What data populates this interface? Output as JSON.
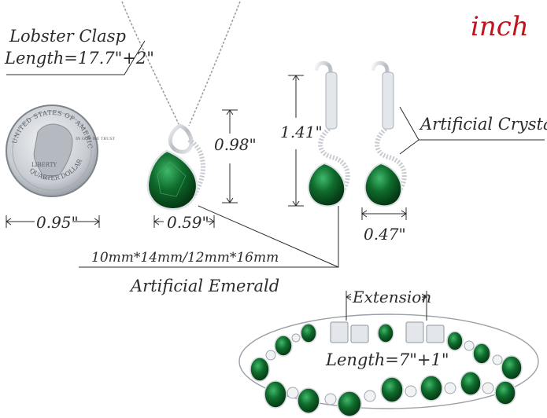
{
  "unit_label": "inch",
  "clasp": {
    "line1": "Lobster Clasp",
    "line2": "Length=17.7\"+2\""
  },
  "coin": {
    "width": "0.95\"",
    "text_top": "UNITED STATES OF AMERICA",
    "text_bottom": "QUARTER DOLLAR",
    "text_liberty": "LIBERTY",
    "text_motto": "IN GOD WE TRUST"
  },
  "pendant": {
    "height": "0.98\"",
    "width": "0.59\""
  },
  "earring": {
    "height": "1.41\"",
    "width": "0.47\""
  },
  "crystal_label": "Artificial Crystal",
  "stone_size": "10mm*14mm/12mm*16mm",
  "emerald_label": "Artificial Emerald",
  "bracelet": {
    "extension_label": "Extension",
    "length": "Length=7\"+1\""
  },
  "colors": {
    "emerald": "#0f6b2c",
    "emerald_dark": "#063d18",
    "silver": "#c9ccd1",
    "accent_red": "#c0141c"
  }
}
